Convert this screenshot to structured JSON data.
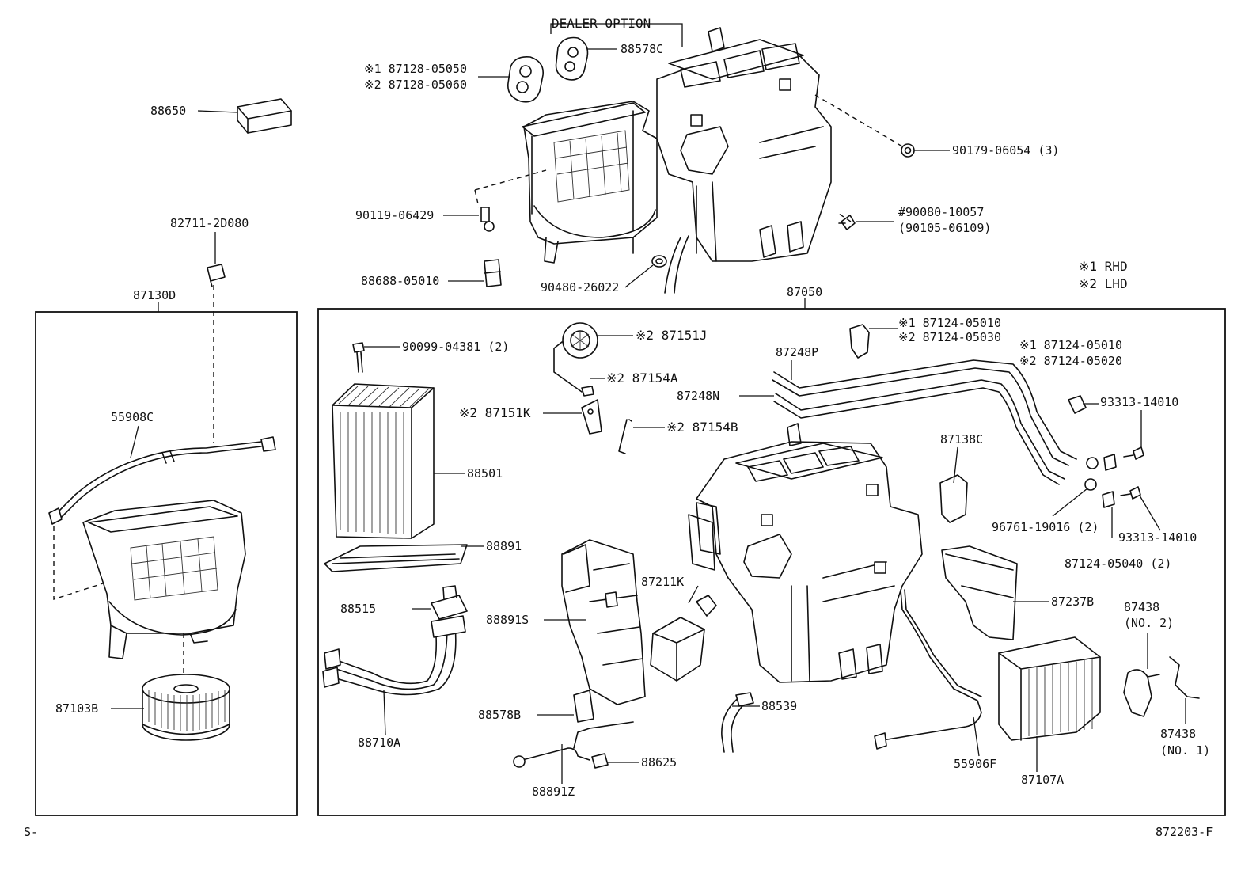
{
  "header": {
    "dealer_option": "DEALER OPTION"
  },
  "legend": {
    "mark1": "※1 RHD",
    "mark2": "※2 LHD"
  },
  "groups": {
    "left_box": "87130D",
    "main_box": "87050"
  },
  "labels": {
    "p88578C": "88578C",
    "p87128_1": "※1 87128-05050",
    "p87128_2": "※2 87128-05060",
    "p88650": "88650",
    "p90179": "90179-06054 (3)",
    "p90119": "90119-06429",
    "p90080": "#90080-10057",
    "p90105": "(90105-06109)",
    "p82711": "82711-2D080",
    "p88688": "88688-05010",
    "p90480": "90480-26022",
    "p90099": "90099-04381 (2)",
    "p87151J": "※2 87151J",
    "p87124a_1": "※1 87124-05010",
    "p87124a_2": "※2 87124-05030",
    "p87124b_1": "※1 87124-05010",
    "p87124b_2": "※2 87124-05020",
    "p87248P": "87248P",
    "p87154A": "※2 87154A",
    "p87248N": "87248N",
    "p93313a": "93313-14010",
    "p87151K": "※2 87151K",
    "p87154B": "※2 87154B",
    "p55908C": "55908C",
    "p88501": "88501",
    "p87138C": "87138C",
    "p96761": "96761-19016 (2)",
    "p93313b": "93313-14010",
    "p88891": "88891",
    "p87124c": "87124-05040 (2)",
    "p87211K": "87211K",
    "p87237B": "87237B",
    "p88515": "88515",
    "p87438_2": "87438",
    "p87438_2n": "(NO. 2)",
    "p88891S": "88891S",
    "p87103B": "87103B",
    "p88539": "88539",
    "p88578B": "88578B",
    "p88710A": "88710A",
    "p87438_1": "87438",
    "p87438_1n": "(NO. 1)",
    "p88625": "88625",
    "p55906F": "55906F",
    "p88891Z": "88891Z",
    "p87107A": "87107A"
  },
  "footer": {
    "left": "S-",
    "right": "872203-F"
  }
}
